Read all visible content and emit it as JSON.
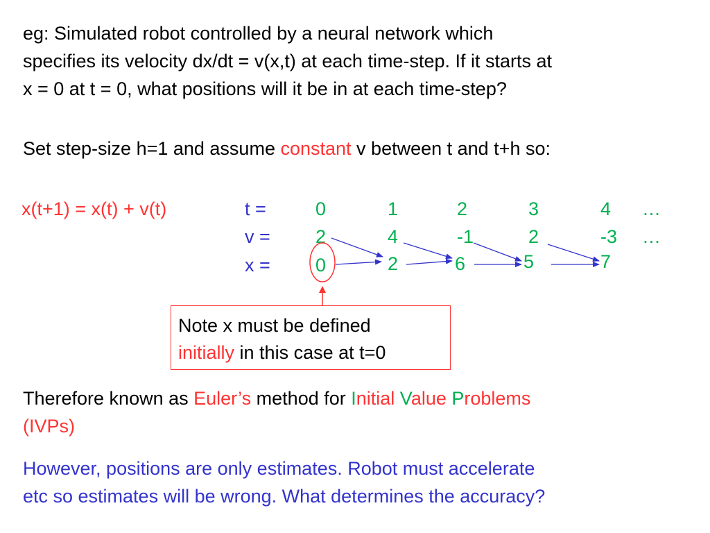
{
  "intro": {
    "line1": "eg: Simulated robot controlled by a neural network which",
    "line2": "specifies its velocity dx/dt = v(x,t) at each time-step. If it starts at",
    "line3": "x = 0 at t = 0, what positions will it be in at each time-step?"
  },
  "step": {
    "before": "Set step-size h=1 and assume ",
    "highlight": "constant",
    "after": " v between t and t+h so:"
  },
  "formula": "x(t+1) = x(t) + v(t)",
  "table": {
    "t_label": "t =",
    "v_label": "v =",
    "x_label": "x =",
    "t_values": [
      "0",
      "1",
      "2",
      "3",
      "4",
      "…"
    ],
    "v_values": [
      "2",
      "4",
      "-1",
      "2",
      "-3",
      "…"
    ],
    "x_values": [
      "0",
      "2",
      "6",
      "5",
      "7"
    ]
  },
  "note": {
    "line1": "Note x must be defined",
    "highlight": "initially",
    "rest": " in this case at t=0"
  },
  "euler": {
    "part1": "Therefore known as ",
    "name": "Euler’s",
    "part2": " method for ",
    "ivp_i_initial": "I",
    "ivp_rest_initial": "nitial ",
    "ivp_i_value": "V",
    "ivp_rest_value": "alue ",
    "ivp_i_problems": "P",
    "ivp_rest_problems": "roblems",
    "abbrev": "(IVPs)"
  },
  "accuracy": {
    "line1": "However, positions are only estimates. Robot must accelerate",
    "line2": "etc so estimates will be wrong. What determines the accuracy?"
  },
  "colors": {
    "red": "#ff3333",
    "green": "#00b050",
    "blue": "#3333cc"
  }
}
